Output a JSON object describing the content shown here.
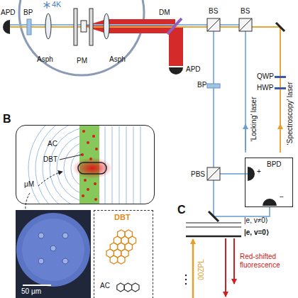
{
  "diagram": {
    "nodes": [
      {
        "text": [
          "BPD"
        ]
      },
      {
        "text": [
          "AC",
          "DBT"
        ]
      },
      {
        "text": [
          "DBT",
          "AC"
        ]
      }
    ],
    "labels": [
      "4K",
      "APD",
      "BP",
      "Asph",
      "PM",
      "Asph",
      "DM",
      "APD",
      "BS",
      "BS",
      "BP",
      "‘Locking’ laser",
      "QWP",
      "HWP",
      "‘Spectroscopy’ laser",
      "PBS",
      "+",
      "−",
      "B",
      "μM",
      "50 μm",
      "C",
      "|e, v≠0⟩",
      "|e, v=0⟩",
      "00ZPL",
      "Red-shifted fluorescence"
    ]
  }
}
